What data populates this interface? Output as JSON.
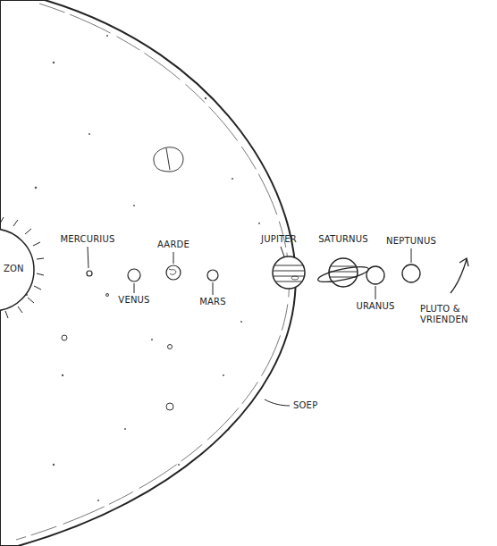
{
  "diagram": {
    "labels": [
      "ZON",
      "MERCURIUS",
      "VENUS",
      "AARDE",
      "MARS",
      "JUPITER",
      "SATURNUS",
      "NEPTUNUS",
      "URANUS",
      "PLUTO & VRIENDEN",
      "SOEP"
    ]
  }
}
